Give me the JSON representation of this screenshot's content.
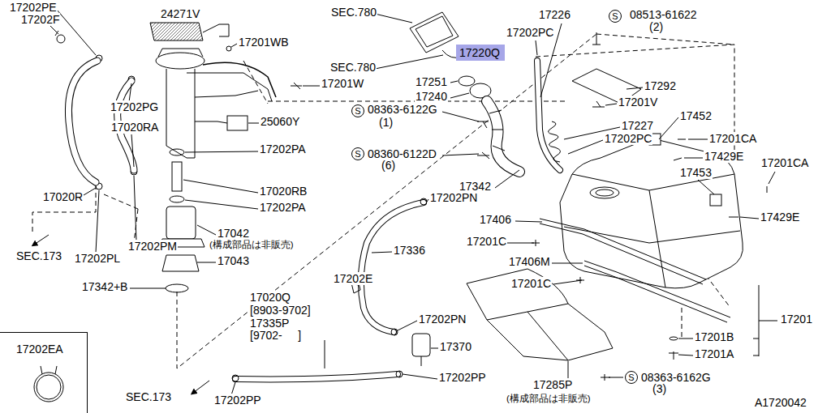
{
  "diagram": {
    "nodes": [
      {
        "text": [
          "S"
        ]
      },
      {
        "text": [
          "17220Q"
        ]
      },
      {
        "text": [
          "S"
        ]
      },
      {
        "text": [
          "S"
        ]
      },
      {
        "text": [
          "17202EA"
        ]
      },
      {
        "text": [
          "S"
        ]
      }
    ],
    "labels": [
      "17202PE",
      "17202F",
      "24271V",
      "17201WB",
      "SEC.780",
      "SEC.780",
      "17226",
      "08513-61622",
      "(2)",
      "17202PC",
      "17292",
      "17251",
      "17240",
      "17201W",
      "17202PG",
      "08363-6122G",
      "(1)",
      "17201V",
      "17452",
      "17227",
      "17202PC",
      "17201CA",
      "17020RA",
      "25060Y",
      "08360-6122D",
      "(6)",
      "17429E",
      "17202PA",
      "17453",
      "17201CA",
      "17342",
      "17020RB",
      "17202PN",
      "17429E",
      "17020R",
      "17202PA",
      "17406",
      "17042",
      "(構成部品は非販売)",
      "17201C",
      "SEC.173",
      "17202PL",
      "17202PM",
      "17336",
      "17406M",
      "17043",
      "17201C",
      "17342+B",
      "17202E",
      "17020Q",
      "[8903-9702]",
      "17335P",
      "[9702-     ]",
      "17202PN",
      "17370",
      "17201",
      "17201B",
      "17201A",
      "17202PP",
      "17285P",
      "08363-6162G",
      "(3)",
      "(構成部品は非販売)",
      "SEC.173",
      "17202PP",
      "A1720042"
    ]
  }
}
